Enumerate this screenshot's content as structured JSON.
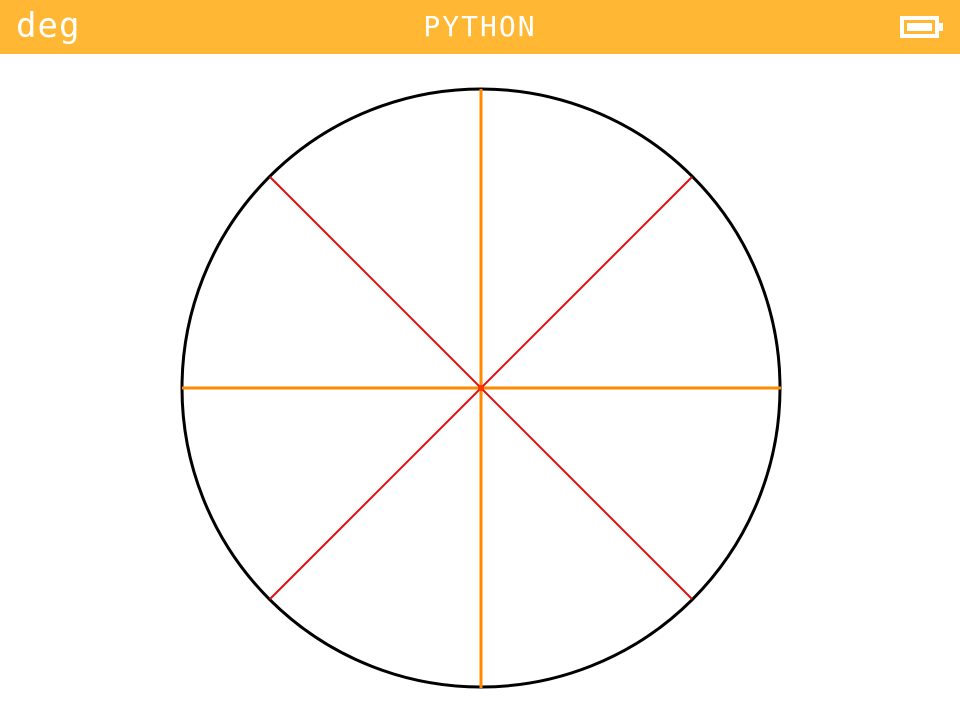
{
  "status_bar": {
    "angle_mode": "deg",
    "title": "PYTHON",
    "battery_icon": "battery-full-icon"
  },
  "colors": {
    "status_bar_bg": "#ffb734",
    "status_text": "#ffffff",
    "circle_stroke": "#000000",
    "axis_lines": "#ff8a00",
    "diagonal_lines": "#e01010",
    "background": "#ffffff"
  },
  "drawing": {
    "shapes": [
      "circle",
      "vertical-line",
      "horizontal-line",
      "diagonal-line",
      "diagonal-line"
    ]
  }
}
